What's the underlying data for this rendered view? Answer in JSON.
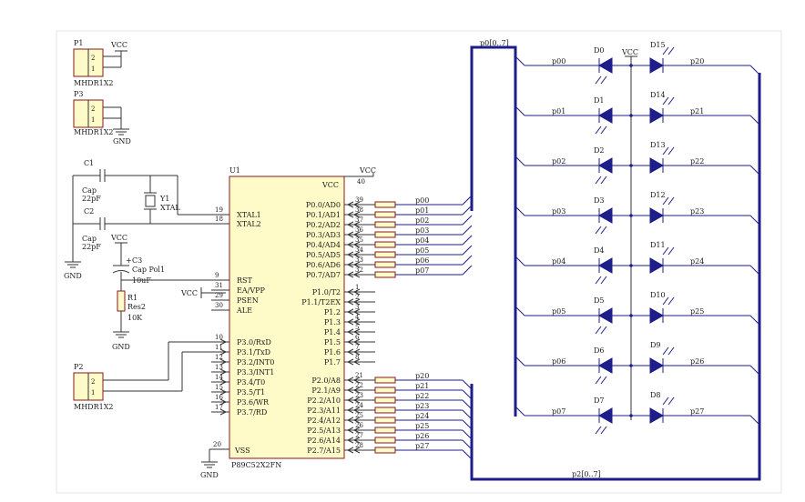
{
  "headers": {
    "p1": {
      "ref": "P1",
      "name": "MHDR1X2",
      "pins": [
        "2",
        "1"
      ],
      "net": "VCC"
    },
    "p3": {
      "ref": "P3",
      "name": "MHDR1X2",
      "pins": [
        "2",
        "1"
      ],
      "net": "GND"
    },
    "p2": {
      "ref": "P2",
      "name": "MHDR1X2",
      "pins": [
        "2",
        "1"
      ]
    }
  },
  "osc": {
    "c1": {
      "ref": "C1",
      "type": "Cap",
      "value": "22pF"
    },
    "c2": {
      "ref": "C2",
      "type": "Cap",
      "value": "22pF"
    },
    "y1": {
      "ref": "Y1",
      "type": "XTAL"
    },
    "gnd": "GND"
  },
  "reset": {
    "vcc": "VCC",
    "c3": {
      "ref": "C3",
      "type": "Cap Pol1",
      "value": "10uF"
    },
    "r1": {
      "ref": "R1",
      "type": "Res2",
      "value": "10K"
    },
    "gnd": "GND"
  },
  "mcu": {
    "ref": "U1",
    "name": "P89C52X2FN",
    "vcc_label": "VCC",
    "vss_label": "VSS",
    "vcc_net": "VCC",
    "vcc_pin": "40",
    "vss_pin": "20",
    "gnd": "GND",
    "ea_vcc": "VCC",
    "left_pins": [
      {
        "num": "19",
        "name": "XTAL1"
      },
      {
        "num": "18",
        "name": "XTAL2"
      },
      {
        "num": "9",
        "name": "RST"
      },
      {
        "num": "31",
        "name": "EA/VPP"
      },
      {
        "num": "29",
        "name": "PSEN"
      },
      {
        "num": "30",
        "name": "ALE"
      },
      {
        "num": "10",
        "name": "P3.0/RxD"
      },
      {
        "num": "11",
        "name": "P3.1/TxD"
      },
      {
        "num": "12",
        "name": "P3.2/INT0"
      },
      {
        "num": "13",
        "name": "P3.3/INT1"
      },
      {
        "num": "14",
        "name": "P3.4/T0"
      },
      {
        "num": "15",
        "name": "P3.5/T1"
      },
      {
        "num": "16",
        "name": "P3.6/WR"
      },
      {
        "num": "17",
        "name": "P3.7/RD"
      }
    ],
    "p0_pins": [
      {
        "num": "39",
        "name": "P0.0/AD0",
        "net": "p00"
      },
      {
        "num": "38",
        "name": "P0.1/AD1",
        "net": "p01"
      },
      {
        "num": "37",
        "name": "P0.2/AD2",
        "net": "p02"
      },
      {
        "num": "36",
        "name": "P0.3/AD3",
        "net": "p03"
      },
      {
        "num": "35",
        "name": "P0.4/AD4",
        "net": "p04"
      },
      {
        "num": "34",
        "name": "P0.5/AD5",
        "net": "p05"
      },
      {
        "num": "33",
        "name": "P0.6/AD6",
        "net": "p06"
      },
      {
        "num": "32",
        "name": "P0.7/AD7",
        "net": "p07"
      }
    ],
    "p1_pins": [
      {
        "num": "1",
        "name": "P1.0/T2"
      },
      {
        "num": "2",
        "name": "P1.1/T2EX"
      },
      {
        "num": "3",
        "name": "P1.2"
      },
      {
        "num": "4",
        "name": "P1.3"
      },
      {
        "num": "5",
        "name": "P1.4"
      },
      {
        "num": "6",
        "name": "P1.5"
      },
      {
        "num": "7",
        "name": "P1.6"
      },
      {
        "num": "8",
        "name": "P1.7"
      }
    ],
    "p2_pins": [
      {
        "num": "21",
        "name": "P2.0/A8",
        "net": "p20"
      },
      {
        "num": "22",
        "name": "P2.1/A9",
        "net": "p21"
      },
      {
        "num": "23",
        "name": "P2.2/A10",
        "net": "p22"
      },
      {
        "num": "24",
        "name": "P2.3/A11",
        "net": "p23"
      },
      {
        "num": "25",
        "name": "P2.4/A12",
        "net": "p24"
      },
      {
        "num": "26",
        "name": "P2.5/A13",
        "net": "p25"
      },
      {
        "num": "27",
        "name": "P2.6/A14",
        "net": "p26"
      },
      {
        "num": "28",
        "name": "P2.7/A15",
        "net": "p27"
      }
    ]
  },
  "buses": {
    "p0": "p0[0..7]",
    "p2": "p2[0..7]"
  },
  "leds": {
    "vcc": "VCC",
    "rows": [
      {
        "left": "D0",
        "right": "D15",
        "ln": "p00",
        "rn": "p20"
      },
      {
        "left": "D1",
        "right": "D14",
        "ln": "p01",
        "rn": "p21"
      },
      {
        "left": "D2",
        "right": "D13",
        "ln": "p02",
        "rn": "p22"
      },
      {
        "left": "D3",
        "right": "D12",
        "ln": "p03",
        "rn": "p23"
      },
      {
        "left": "D4",
        "right": "D11",
        "ln": "p04",
        "rn": "p24"
      },
      {
        "left": "D5",
        "right": "D10",
        "ln": "p05",
        "rn": "p25"
      },
      {
        "left": "D6",
        "right": "D9",
        "ln": "p06",
        "rn": "p26"
      },
      {
        "left": "D7",
        "right": "D8",
        "ln": "p07",
        "rn": "p27"
      }
    ]
  }
}
